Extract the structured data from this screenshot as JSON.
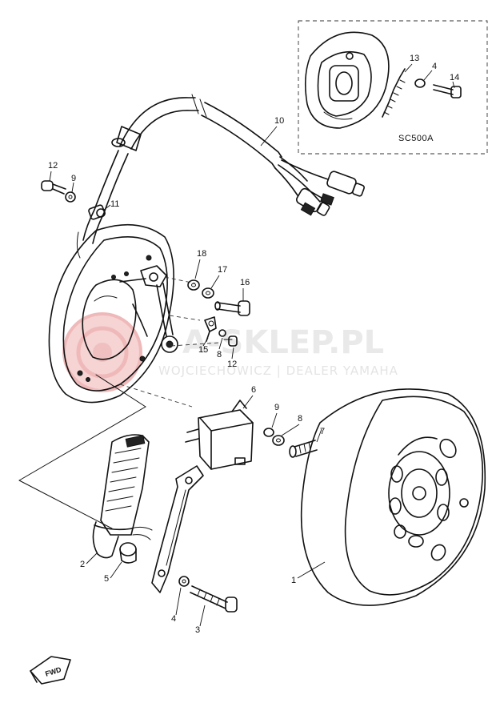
{
  "watermark": {
    "main": "A-SKLEP.PL",
    "sub": "WOJCIECHOWICZ | DEALER YAMAHA"
  },
  "inset": {
    "label": "SC500A"
  },
  "forward_tag": "FWD",
  "callouts": {
    "c1": "1",
    "c2": "2",
    "c3": "3",
    "c4_lower": "4",
    "c4_inset": "4",
    "c5": "5",
    "c6": "6",
    "c7": "7",
    "c8_right": "8",
    "c8_center": "8",
    "c9_left": "9",
    "c9_right": "9",
    "c10": "10",
    "c11": "11",
    "c12_left": "12",
    "c12_center": "12",
    "c13": "13",
    "c14": "14",
    "c15": "15",
    "c16": "16",
    "c17": "17",
    "c18": "18"
  },
  "colors": {
    "ink": "#111111",
    "watermark": "#e9e9e9",
    "logo_pink": "#f3c8c8"
  }
}
